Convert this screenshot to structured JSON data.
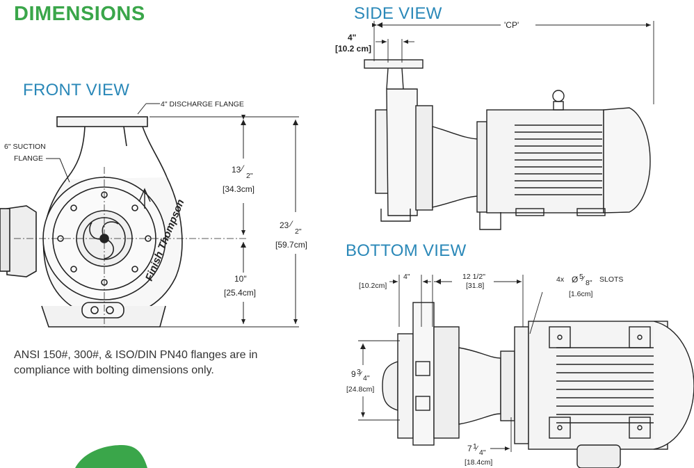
{
  "page": {
    "title": "DIMENSIONS",
    "note": "ANSI 150#, 300#, & ISO/DIN PN40 flanges are in compliance with bolting dimensions only."
  },
  "views": {
    "front": {
      "title": "FRONT VIEW",
      "discharge_label": "4\" DISCHARGE FLANGE",
      "suction_label_1": "6\" SUCTION",
      "suction_label_2": "FLANGE",
      "brand": "Finish Thompson",
      "dim_upper_in": "13",
      "dim_upper_cm": "[34.3cm]",
      "dim_lower_in": "10\"",
      "dim_lower_cm": "[25.4cm]",
      "dim_total_in": "23",
      "dim_total_cm": "[59.7cm]"
    },
    "side": {
      "title": "SIDE VIEW",
      "dim_cp": "'CP'",
      "dim_flange_in": "4\"",
      "dim_flange_cm": "[10.2 cm]"
    },
    "bottom": {
      "title": "BOTTOM VIEW",
      "dim_a_in": "4\"",
      "dim_a_cm": "[10.2cm]",
      "dim_b_in": "12 1/2\"",
      "dim_b_cm": "[31.8]",
      "slots_label": "SLOTS",
      "slots_count": "4x",
      "slots_cm": "[1.6cm]",
      "dim_height_in": "9",
      "dim_height_cm": "[24.8cm]",
      "dim_c_in": "7",
      "dim_c_cm": "[18.4cm]"
    }
  },
  "colors": {
    "title": "#3aa64a",
    "view_title": "#2a88b8",
    "line": "#222222"
  }
}
